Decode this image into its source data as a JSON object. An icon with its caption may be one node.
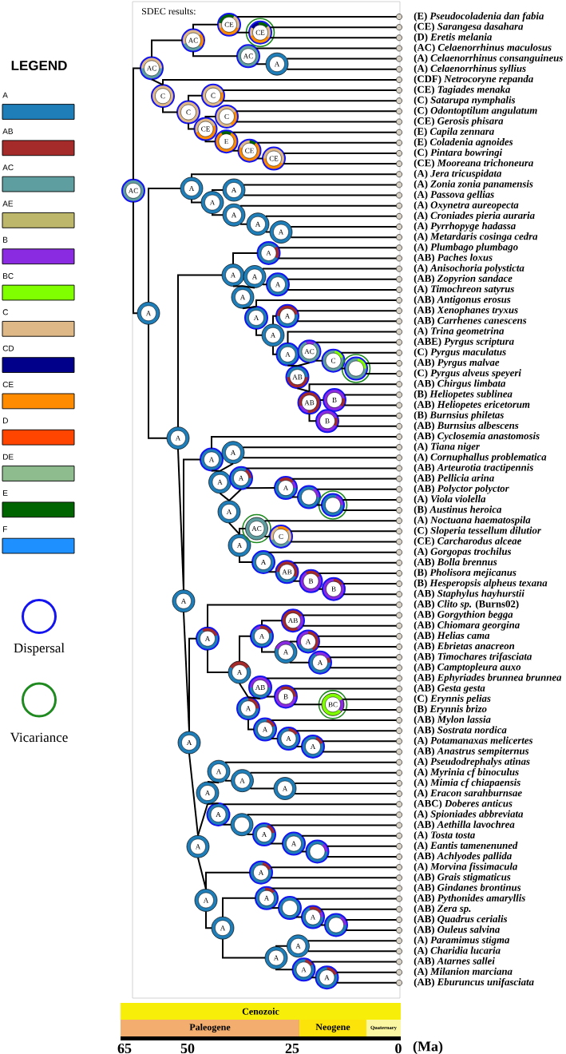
{
  "diagram": {
    "nodes": [
      {
        "text": [],
        "shape": "circle",
        "beside": [
          "(E) *Pseudocoladenia dan fabia*"
        ]
      },
      {
        "text": [],
        "shape": "circle",
        "beside": [
          "(CE) *Sarangesa dasahara*"
        ]
      },
      {
        "text": [],
        "shape": "circle",
        "beside": [
          "(D) *Eretis melania*"
        ]
      },
      {
        "text": [],
        "shape": "circle",
        "beside": [
          "(AC) *Celaenorrhinus maculosus*"
        ]
      },
      {
        "text": [],
        "shape": "circle",
        "beside": [
          "(A) *Celaenorrhinus consanguineus*"
        ]
      },
      {
        "text": [],
        "shape": "circle",
        "beside": [
          "(A) *Celaenorrhinus syllius*"
        ]
      },
      {
        "text": [],
        "shape": "circle",
        "beside": [
          "(CDF) *Netrocoryne repanda*"
        ]
      },
      {
        "text": [],
        "shape": "circle",
        "beside": [
          "(CE) *Tagiades menaka*"
        ]
      },
      {
        "text": [],
        "shape": "circle",
        "beside": [
          "(C) *Satarupa nymphalis*"
        ]
      },
      {
        "text": [],
        "shape": "circle",
        "beside": [
          "(C) *Odontoptilum angulatum*"
        ]
      },
      {
        "text": [],
        "shape": "circle",
        "beside": [
          "(CE) *Gerosis phisara*"
        ]
      },
      {
        "text": [],
        "shape": "circle",
        "beside": [
          "(E) *Capila zennara*"
        ]
      },
      {
        "text": [],
        "shape": "circle",
        "beside": [
          "(E) *Coladenia agnoides*"
        ]
      },
      {
        "text": [],
        "shape": "circle",
        "beside": [
          "(C) *Pintara bowringi*"
        ]
      },
      {
        "text": [],
        "shape": "circle",
        "beside": [
          "(CE) *Mooreana trichoneura*"
        ]
      },
      {
        "text": [],
        "shape": "circle",
        "beside": [
          "(A) *Jera tricuspidata*"
        ]
      },
      {
        "text": [],
        "shape": "circle",
        "beside": [
          "(A) *Zonia zonia panamensis*"
        ]
      },
      {
        "text": [],
        "shape": "circle",
        "beside": [
          "(A) *Passova gellias*"
        ]
      },
      {
        "text": [],
        "shape": "circle",
        "beside": [
          "(A) *Oxynetra aureopecta*"
        ]
      },
      {
        "text": [],
        "shape": "circle",
        "beside": [
          "(A) *Croniades pieria auraria*"
        ]
      },
      {
        "text": [],
        "shape": "circle",
        "beside": [
          "(A) *Pyrrhopyge hadassa*"
        ]
      },
      {
        "text": [],
        "shape": "circle",
        "beside": [
          "(A) *Metardaris cosinga cedra*"
        ]
      },
      {
        "text": [],
        "shape": "circle",
        "beside": [
          "(A) *Plumbago plumbago*"
        ]
      },
      {
        "text": [],
        "shape": "circle",
        "beside": [
          "(AB) *Paches loxus*"
        ]
      },
      {
        "text": [],
        "shape": "circle",
        "beside": [
          "(A) *Anisochoria polysticta*"
        ]
      },
      {
        "text": [],
        "shape": "circle",
        "beside": [
          "(AB) *Zopyrion sandace*"
        ]
      },
      {
        "text": [],
        "shape": "circle",
        "beside": [
          "(A) *Timochreon satyrus*"
        ]
      },
      {
        "text": [],
        "shape": "circle",
        "beside": [
          "(AB) *Antigonus erosus*"
        ]
      },
      {
        "text": [],
        "shape": "circle",
        "beside": [
          "(AB) *Xenophanes tryxus*"
        ]
      },
      {
        "text": [],
        "shape": "circle",
        "beside": [
          "(AB) *Carrhenes canescens*"
        ]
      },
      {
        "text": [],
        "shape": "circle",
        "beside": [
          "(A) *Trina geometrina*"
        ]
      },
      {
        "text": [],
        "shape": "circle",
        "beside": [
          "(ABE) *Pyrgus scriptura*"
        ]
      },
      {
        "text": [],
        "shape": "circle",
        "beside": [
          "(C) *Pyrgus maculatus*"
        ]
      },
      {
        "text": [],
        "shape": "circle",
        "beside": [
          "(AB) *Pyrgus malvae*"
        ]
      },
      {
        "text": [],
        "shape": "circle",
        "beside": [
          "(C) *Pyrgus alveus speyeri*"
        ]
      },
      {
        "text": [],
        "shape": "circle",
        "beside": [
          "(AB) *Chirgus limbata*"
        ]
      },
      {
        "text": [],
        "shape": "circle",
        "beside": [
          "(B) *Heliopetes sublinea*"
        ]
      },
      {
        "text": [],
        "shape": "circle",
        "beside": [
          "(AB) *Heliopetes ericetorum*"
        ]
      },
      {
        "text": [],
        "shape": "circle",
        "beside": [
          "(B) *Burnsius philetas*"
        ]
      },
      {
        "text": [],
        "shape": "circle",
        "beside": [
          "(AB) *Burnsius albescens*"
        ]
      },
      {
        "text": [],
        "shape": "circle",
        "beside": [
          "(AB) *Cyclosemia anastomosis*"
        ]
      },
      {
        "text": [],
        "shape": "circle",
        "beside": [
          "(A) *Tiana niger*"
        ]
      },
      {
        "text": [],
        "shape": "circle",
        "beside": [
          "(A) *Cornuphallus problematica*"
        ]
      },
      {
        "text": [],
        "shape": "circle",
        "beside": [
          "(AB) *Arteurotia tractipennis*"
        ]
      },
      {
        "text": [],
        "shape": "circle",
        "beside": [
          "(AB) *Pellicia arina*"
        ]
      },
      {
        "text": [],
        "shape": "circle",
        "beside": [
          "(AB) *Polyctor polyctor*"
        ]
      },
      {
        "text": [],
        "shape": "circle",
        "beside": [
          "(A) *Viola violella*"
        ]
      },
      {
        "text": [],
        "shape": "circle",
        "beside": [
          "(B) *Austinus heroica*"
        ]
      },
      {
        "text": [],
        "shape": "circle",
        "beside": [
          "(A) *Noctuana haematospila*"
        ]
      },
      {
        "text": [],
        "shape": "circle",
        "beside": [
          "(C) *Sloperia tessellum dilutior*"
        ]
      },
      {
        "text": [],
        "shape": "circle",
        "beside": [
          "(CE) *Carcharodus alceae*"
        ]
      },
      {
        "text": [],
        "shape": "circle",
        "beside": [
          "(A) *Gorgopas trochilus*"
        ]
      },
      {
        "text": [],
        "shape": "circle",
        "beside": [
          "(AB) *Bolla brennus*"
        ]
      },
      {
        "text": [],
        "shape": "circle",
        "beside": [
          "(B) *Pholisora mejicanus*"
        ]
      },
      {
        "text": [],
        "shape": "circle",
        "beside": [
          "(B) *Hesperopsis alpheus texana*"
        ]
      },
      {
        "text": [],
        "shape": "circle",
        "beside": [
          "(AB) *Staphylus hayhurstii*"
        ]
      },
      {
        "text": [],
        "shape": "circle",
        "beside": [
          "(AB) *Clito sp.* (Burns02)"
        ]
      },
      {
        "text": [],
        "shape": "circle",
        "beside": [
          "(AB) *Gorgythion begga*"
        ]
      },
      {
        "text": [],
        "shape": "circle",
        "beside": [
          "(AB) *Chiomara georgina*"
        ]
      },
      {
        "text": [],
        "shape": "circle",
        "beside": [
          "(AB) *Helias cama*"
        ]
      },
      {
        "text": [],
        "shape": "circle",
        "beside": [
          "(AB) *Ebrietas anacreon*"
        ]
      },
      {
        "text": [],
        "shape": "circle",
        "beside": [
          "(AB) *Timochares trifasciata*"
        ]
      },
      {
        "text": [],
        "shape": "circle",
        "beside": [
          "(AB) *Camptopleura auxo*"
        ]
      },
      {
        "text": [],
        "shape": "circle",
        "beside": [
          "(AB) *Ephyriades brunnea brunnea*"
        ]
      },
      {
        "text": [],
        "shape": "circle",
        "beside": [
          "(AB) *Gesta gesta*"
        ]
      },
      {
        "text": [],
        "shape": "circle",
        "beside": [
          "(C) *Erynnis pelias*"
        ]
      },
      {
        "text": [],
        "shape": "circle",
        "beside": [
          "(B) *Erynnis brizo*"
        ]
      },
      {
        "text": [],
        "shape": "circle",
        "beside": [
          "(AB) *Mylon lassia*"
        ]
      },
      {
        "text": [],
        "shape": "circle",
        "beside": [
          "(AB) *Sostrata nordica*"
        ]
      },
      {
        "text": [],
        "shape": "circle",
        "beside": [
          "(A) *Potamanaxas melicertes*"
        ]
      },
      {
        "text": [],
        "shape": "circle",
        "beside": [
          "(AB) *Anastrus sempiternus*"
        ]
      },
      {
        "text": [],
        "shape": "circle",
        "beside": [
          "(A) *Pseudodrephalys atinas*"
        ]
      },
      {
        "text": [],
        "shape": "circle",
        "beside": [
          "(A) *Myrinia cf binoculus*"
        ]
      },
      {
        "text": [],
        "shape": "circle",
        "beside": [
          "(A) *Mimia cf chiapaensis*"
        ]
      },
      {
        "text": [],
        "shape": "circle",
        "beside": [
          "(A) *Eracon sarahburnsae*"
        ]
      },
      {
        "text": [],
        "shape": "circle",
        "beside": [
          "(ABC) *Doberes anticus*"
        ]
      },
      {
        "text": [],
        "shape": "circle",
        "beside": [
          "(A) *Spioniades abbreviata*"
        ]
      },
      {
        "text": [],
        "shape": "circle",
        "beside": [
          "(AB) *Aethilla lavochrea*"
        ]
      },
      {
        "text": [],
        "shape": "circle",
        "beside": [
          "(A) *Tosta tosta*"
        ]
      },
      {
        "text": [],
        "shape": "circle",
        "beside": [
          "(A) *Eantis tamenenuned*"
        ]
      },
      {
        "text": [],
        "shape": "circle",
        "beside": [
          "(AB) *Achlyodes pallida*"
        ]
      },
      {
        "text": [],
        "shape": "circle",
        "beside": [
          "(A) *Morvina fissimacula*"
        ]
      },
      {
        "text": [],
        "shape": "circle",
        "beside": [
          "(AB) *Grais stigmaticus*"
        ]
      },
      {
        "text": [],
        "shape": "circle",
        "beside": [
          "(AB) *Gindanes brontinus*"
        ]
      },
      {
        "text": [],
        "shape": "circle",
        "beside": [
          "(AB) *Pythonides amaryllis*"
        ]
      },
      {
        "text": [],
        "shape": "circle",
        "beside": [
          "(AB) *Zera sp.*"
        ]
      },
      {
        "text": [],
        "shape": "circle",
        "beside": [
          "(AB) *Quadrus cerialis*"
        ]
      },
      {
        "text": [],
        "shape": "circle",
        "beside": [
          "(AB) *Ouleus salvina*"
        ]
      },
      {
        "text": [],
        "shape": "circle",
        "beside": [
          "(A) *Paramimus stigma*"
        ]
      },
      {
        "text": [],
        "shape": "circle",
        "beside": [
          "(A) *Charidia lucaria*"
        ]
      },
      {
        "text": [],
        "shape": "circle",
        "beside": [
          "(AB) *Atarnes sallei*"
        ]
      },
      {
        "text": [],
        "shape": "circle",
        "beside": [
          "(A) *Milanion marciana*"
        ]
      },
      {
        "text": [],
        "shape": "circle",
        "beside": [
          "(AB) *Eburuncus unifasciata*"
        ]
      },
      {
        "text": [
          "AC"
        ]
      },
      {
        "text": [
          "AC"
        ]
      },
      {
        "text": [
          "AC"
        ]
      },
      {
        "text": [
          "CE"
        ]
      },
      {
        "text": [
          "CE"
        ]
      },
      {
        "text": [
          "AC"
        ]
      },
      {
        "text": [
          "A"
        ]
      },
      {
        "text": [
          "C"
        ]
      },
      {
        "text": [
          "C"
        ]
      },
      {
        "text": [
          "C"
        ]
      },
      {
        "text": [
          "CE"
        ]
      },
      {
        "text": [
          "C"
        ]
      },
      {
        "text": [
          "E"
        ]
      },
      {
        "text": [
          "CE"
        ]
      },
      {
        "text": [
          "CE"
        ]
      },
      {
        "text": [
          "A"
        ]
      },
      {
        "text": [
          "A"
        ]
      },
      {
        "text": [
          "A"
        ]
      },
      {
        "text": [
          "A"
        ]
      },
      {
        "text": [
          "A"
        ]
      },
      {
        "text": [
          "A"
        ]
      },
      {
        "text": [
          "A"
        ]
      },
      {
        "text": [
          "A"
        ]
      },
      {
        "text": [
          "A"
        ]
      },
      {
        "text": [
          "A"
        ]
      },
      {
        "text": [
          "A"
        ]
      },
      {
        "text": [
          "A"
        ]
      },
      {
        "text": [
          "A"
        ]
      },
      {
        "text": [
          "A"
        ]
      },
      {
        "text": [
          "A"
        ]
      },
      {
        "text": [
          "A"
        ]
      },
      {
        "text": [
          "A"
        ]
      },
      {
        "text": [
          "AB"
        ]
      },
      {
        "text": [
          "AC"
        ]
      },
      {
        "text": [
          "C"
        ]
      },
      {
        "text": [],
        "shape": "circle"
      },
      {
        "text": [
          "AB"
        ]
      },
      {
        "text": [
          "B"
        ]
      },
      {
        "text": [
          "B"
        ]
      },
      {
        "text": [
          "A"
        ]
      },
      {
        "text": [
          "A"
        ]
      },
      {
        "text": [
          "A"
        ]
      },
      {
        "text": [
          "A"
        ]
      },
      {
        "text": [
          "A"
        ]
      },
      {
        "text": [
          "A"
        ]
      },
      {
        "text": [
          "A"
        ]
      },
      {
        "text": [],
        "shape": "circle"
      },
      {
        "text": [],
        "shape": "circle"
      },
      {
        "text": [
          "A"
        ]
      },
      {
        "text": [
          "AC"
        ]
      },
      {
        "text": [
          "C"
        ]
      },
      {
        "text": [
          "A"
        ]
      },
      {
        "text": [
          "AB"
        ]
      },
      {
        "text": [
          "B"
        ]
      },
      {
        "text": [
          "B"
        ]
      },
      {
        "text": [
          "A"
        ]
      },
      {
        "text": [
          "A"
        ]
      },
      {
        "text": [
          "A"
        ]
      },
      {
        "text": [
          "A"
        ]
      },
      {
        "text": [
          "AB"
        ]
      },
      {
        "text": [
          "A"
        ]
      },
      {
        "text": [
          "A"
        ]
      },
      {
        "text": [
          "A"
        ]
      },
      {
        "text": [
          "A"
        ]
      },
      {
        "text": [
          "AB"
        ]
      },
      {
        "text": [
          "B"
        ]
      },
      {
        "text": [
          "BC"
        ]
      },
      {
        "text": [
          "A"
        ]
      },
      {
        "text": [
          "A"
        ]
      },
      {
        "text": [
          "A"
        ]
      },
      {
        "text": [
          "A"
        ]
      },
      {
        "text": [
          "A"
        ]
      },
      {
        "text": [
          "A"
        ]
      },
      {
        "text": [
          "A"
        ]
      },
      {
        "text": [
          "A"
        ]
      },
      {
        "text": [
          "A"
        ]
      },
      {
        "text": [],
        "shape": "circle"
      },
      {
        "text": [
          "A"
        ]
      },
      {
        "text": [
          "A"
        ]
      },
      {
        "text": [],
        "shape": "circle"
      },
      {
        "text": [
          "A"
        ]
      },
      {
        "text": [
          "A"
        ]
      },
      {
        "text": [
          "A"
        ]
      },
      {
        "text": [
          "A"
        ]
      },
      {
        "text": [],
        "shape": "circle"
      },
      {
        "text": [
          "A"
        ]
      },
      {
        "text": [],
        "shape": "circle"
      },
      {
        "text": [
          "A"
        ]
      },
      {
        "text": [
          "A"
        ]
      },
      {
        "text": [
          "A"
        ]
      },
      {
        "text": [
          "A"
        ]
      },
      {
        "text": [
          "Cenozoic"
        ]
      },
      {
        "text": [
          "Paleogene"
        ]
      },
      {
        "text": [
          "Neogene"
        ]
      },
      {
        "text": [
          "Quaternary"
        ]
      }
    ],
    "edges": [
      {
        "from": 93,
        "to": 94,
        "arrow": "none"
      },
      {
        "from": 93,
        "to": 108,
        "arrow": "none"
      },
      {
        "from": 94,
        "to": 95,
        "arrow": "none"
      },
      {
        "from": 94,
        "to": 100,
        "arrow": "none"
      },
      {
        "from": 95,
        "to": 96,
        "arrow": "none"
      },
      {
        "from": 95,
        "to": 98,
        "arrow": "none"
      },
      {
        "from": 96,
        "to": 0,
        "arrow": "none"
      },
      {
        "from": 96,
        "to": 97,
        "arrow": "none"
      },
      {
        "from": 97,
        "to": 1,
        "arrow": "none"
      },
      {
        "from": 97,
        "to": 2,
        "arrow": "none"
      },
      {
        "from": 98,
        "to": 3,
        "arrow": "none"
      },
      {
        "from": 98,
        "to": 99,
        "arrow": "none"
      },
      {
        "from": 99,
        "to": 4,
        "arrow": "none"
      },
      {
        "from": 99,
        "to": 5,
        "arrow": "none"
      },
      {
        "from": 100,
        "to": 6,
        "arrow": "none"
      },
      {
        "from": 100,
        "to": 101,
        "arrow": "none"
      },
      {
        "from": 101,
        "to": 102,
        "arrow": "none"
      },
      {
        "from": 101,
        "to": 103,
        "arrow": "none"
      },
      {
        "from": 102,
        "to": 7,
        "arrow": "none"
      },
      {
        "from": 102,
        "to": 8,
        "arrow": "none"
      },
      {
        "from": 103,
        "to": 104,
        "arrow": "none"
      },
      {
        "from": 103,
        "to": 105,
        "arrow": "none"
      },
      {
        "from": 104,
        "to": 9,
        "arrow": "none"
      },
      {
        "from": 104,
        "to": 10,
        "arrow": "none"
      },
      {
        "from": 105,
        "to": 11,
        "arrow": "none"
      },
      {
        "from": 105,
        "to": 106,
        "arrow": "none"
      },
      {
        "from": 106,
        "to": 12,
        "arrow": "none"
      },
      {
        "from": 106,
        "to": 107,
        "arrow": "none"
      },
      {
        "from": 107,
        "to": 13,
        "arrow": "none"
      },
      {
        "from": 107,
        "to": 14,
        "arrow": "none"
      },
      {
        "from": 108,
        "to": 109,
        "arrow": "none"
      },
      {
        "from": 108,
        "to": 115,
        "arrow": "none"
      },
      {
        "from": 109,
        "to": 15,
        "arrow": "none"
      },
      {
        "from": 109,
        "to": 110,
        "arrow": "none"
      },
      {
        "from": 110,
        "to": 111,
        "arrow": "none"
      },
      {
        "from": 110,
        "to": 112,
        "arrow": "none"
      },
      {
        "from": 111,
        "to": 16,
        "arrow": "none"
      },
      {
        "from": 111,
        "to": 17,
        "arrow": "none"
      },
      {
        "from": 112,
        "to": 18,
        "arrow": "none"
      },
      {
        "from": 112,
        "to": 113,
        "arrow": "none"
      },
      {
        "from": 113,
        "to": 19,
        "arrow": "none"
      },
      {
        "from": 113,
        "to": 114,
        "arrow": "none"
      },
      {
        "from": 114,
        "to": 20,
        "arrow": "none"
      },
      {
        "from": 114,
        "to": 21,
        "arrow": "none"
      },
      {
        "from": 115,
        "to": 116,
        "arrow": "none"
      },
      {
        "from": 115,
        "to": 132,
        "arrow": "none"
      },
      {
        "from": 116,
        "to": 117,
        "arrow": "none"
      },
      {
        "from": 116,
        "to": 118,
        "arrow": "none"
      },
      {
        "from": 117,
        "to": 22,
        "arrow": "none"
      },
      {
        "from": 117,
        "to": 23,
        "arrow": "none"
      },
      {
        "from": 118,
        "to": 119,
        "arrow": "none"
      },
      {
        "from": 118,
        "to": 121,
        "arrow": "none"
      },
      {
        "from": 119,
        "to": 24,
        "arrow": "none"
      },
      {
        "from": 119,
        "to": 120,
        "arrow": "none"
      },
      {
        "from": 120,
        "to": 25,
        "arrow": "none"
      },
      {
        "from": 120,
        "to": 26,
        "arrow": "none"
      },
      {
        "from": 121,
        "to": 27,
        "arrow": "none"
      },
      {
        "from": 121,
        "to": 122,
        "arrow": "none"
      },
      {
        "from": 122,
        "to": 123,
        "arrow": "none"
      },
      {
        "from": 122,
        "to": 124,
        "arrow": "none"
      },
      {
        "from": 123,
        "to": 28,
        "arrow": "none"
      },
      {
        "from": 123,
        "to": 29,
        "arrow": "none"
      },
      {
        "from": 124,
        "to": 30,
        "arrow": "none"
      },
      {
        "from": 124,
        "to": 125,
        "arrow": "none"
      },
      {
        "from": 125,
        "to": 126,
        "arrow": "none"
      },
      {
        "from": 125,
        "to": 129,
        "arrow": "none"
      },
      {
        "from": 126,
        "to": 31,
        "arrow": "none"
      },
      {
        "from": 126,
        "to": 127,
        "arrow": "none"
      },
      {
        "from": 127,
        "to": 32,
        "arrow": "none"
      },
      {
        "from": 127,
        "to": 128,
        "arrow": "none"
      },
      {
        "from": 128,
        "to": 33,
        "arrow": "none"
      },
      {
        "from": 128,
        "to": 34,
        "arrow": "none"
      },
      {
        "from": 129,
        "to": 35,
        "arrow": "none"
      },
      {
        "from": 129,
        "to": 130,
        "arrow": "none"
      },
      {
        "from": 129,
        "to": 131,
        "arrow": "none"
      },
      {
        "from": 130,
        "to": 36,
        "arrow": "none"
      },
      {
        "from": 130,
        "to": 37,
        "arrow": "none"
      },
      {
        "from": 131,
        "to": 38,
        "arrow": "none"
      },
      {
        "from": 131,
        "to": 39,
        "arrow": "none"
      },
      {
        "from": 132,
        "to": 133,
        "arrow": "none"
      },
      {
        "from": 132,
        "to": 148,
        "arrow": "none"
      },
      {
        "from": 133,
        "to": 40,
        "arrow": "none"
      },
      {
        "from": 133,
        "to": 134,
        "arrow": "none"
      },
      {
        "from": 134,
        "to": 135,
        "arrow": "none"
      },
      {
        "from": 134,
        "to": 136,
        "arrow": "none"
      },
      {
        "from": 135,
        "to": 41,
        "arrow": "none"
      },
      {
        "from": 135,
        "to": 42,
        "arrow": "none"
      },
      {
        "from": 136,
        "to": 137,
        "arrow": "none"
      },
      {
        "from": 136,
        "to": 141,
        "arrow": "none"
      },
      {
        "from": 137,
        "to": 43,
        "arrow": "none"
      },
      {
        "from": 137,
        "to": 138,
        "arrow": "none"
      },
      {
        "from": 138,
        "to": 44,
        "arrow": "none"
      },
      {
        "from": 138,
        "to": 139,
        "arrow": "none"
      },
      {
        "from": 139,
        "to": 45,
        "arrow": "none"
      },
      {
        "from": 139,
        "to": 140,
        "arrow": "none"
      },
      {
        "from": 140,
        "to": 46,
        "arrow": "none"
      },
      {
        "from": 140,
        "to": 47,
        "arrow": "none"
      },
      {
        "from": 141,
        "to": 142,
        "arrow": "none"
      },
      {
        "from": 141,
        "to": 144,
        "arrow": "none"
      },
      {
        "from": 142,
        "to": 48,
        "arrow": "none"
      },
      {
        "from": 142,
        "to": 143,
        "arrow": "none"
      },
      {
        "from": 143,
        "to": 49,
        "arrow": "none"
      },
      {
        "from": 143,
        "to": 50,
        "arrow": "none"
      },
      {
        "from": 144,
        "to": 51,
        "arrow": "none"
      },
      {
        "from": 144,
        "to": 145,
        "arrow": "none"
      },
      {
        "from": 145,
        "to": 52,
        "arrow": "none"
      },
      {
        "from": 145,
        "to": 146,
        "arrow": "none"
      },
      {
        "from": 146,
        "to": 53,
        "arrow": "none"
      },
      {
        "from": 146,
        "to": 147,
        "arrow": "none"
      },
      {
        "from": 147,
        "to": 54,
        "arrow": "none"
      },
      {
        "from": 147,
        "to": 55,
        "arrow": "none"
      },
      {
        "from": 148,
        "to": 149,
        "arrow": "none"
      },
      {
        "from": 148,
        "to": 163,
        "arrow": "none"
      },
      {
        "from": 149,
        "to": 56,
        "arrow": "none"
      },
      {
        "from": 149,
        "to": 150,
        "arrow": "none"
      },
      {
        "from": 150,
        "to": 151,
        "arrow": "none"
      },
      {
        "from": 150,
        "to": 156,
        "arrow": "none"
      },
      {
        "from": 151,
        "to": 152,
        "arrow": "none"
      },
      {
        "from": 151,
        "to": 153,
        "arrow": "none"
      },
      {
        "from": 152,
        "to": 57,
        "arrow": "none"
      },
      {
        "from": 152,
        "to": 58,
        "arrow": "none"
      },
      {
        "from": 153,
        "to": 154,
        "arrow": "none"
      },
      {
        "from": 153,
        "to": 155,
        "arrow": "none"
      },
      {
        "from": 154,
        "to": 59,
        "arrow": "none"
      },
      {
        "from": 154,
        "to": 60,
        "arrow": "none"
      },
      {
        "from": 155,
        "to": 61,
        "arrow": "none"
      },
      {
        "from": 155,
        "to": 62,
        "arrow": "none"
      },
      {
        "from": 156,
        "to": 157,
        "arrow": "none"
      },
      {
        "from": 156,
        "to": 160,
        "arrow": "none"
      },
      {
        "from": 157,
        "to": 63,
        "arrow": "none"
      },
      {
        "from": 157,
        "to": 158,
        "arrow": "none"
      },
      {
        "from": 158,
        "to": 64,
        "arrow": "none"
      },
      {
        "from": 158,
        "to": 159,
        "arrow": "none"
      },
      {
        "from": 159,
        "to": 65,
        "arrow": "none"
      },
      {
        "from": 159,
        "to": 66,
        "arrow": "none"
      },
      {
        "from": 160,
        "to": 67,
        "arrow": "none"
      },
      {
        "from": 160,
        "to": 161,
        "arrow": "none"
      },
      {
        "from": 161,
        "to": 68,
        "arrow": "none"
      },
      {
        "from": 161,
        "to": 162,
        "arrow": "none"
      },
      {
        "from": 162,
        "to": 69,
        "arrow": "none"
      },
      {
        "from": 162,
        "to": 70,
        "arrow": "none"
      },
      {
        "from": 163,
        "to": 164,
        "arrow": "none"
      },
      {
        "from": 163,
        "to": 173,
        "arrow": "none"
      },
      {
        "from": 164,
        "to": 165,
        "arrow": "none"
      },
      {
        "from": 164,
        "to": 168,
        "arrow": "none"
      },
      {
        "from": 165,
        "to": 71,
        "arrow": "none"
      },
      {
        "from": 165,
        "to": 166,
        "arrow": "none"
      },
      {
        "from": 166,
        "to": 72,
        "arrow": "none"
      },
      {
        "from": 166,
        "to": 167,
        "arrow": "none"
      },
      {
        "from": 167,
        "to": 73,
        "arrow": "none"
      },
      {
        "from": 167,
        "to": 74,
        "arrow": "none"
      },
      {
        "from": 168,
        "to": 75,
        "arrow": "none"
      },
      {
        "from": 168,
        "to": 169,
        "arrow": "none"
      },
      {
        "from": 169,
        "to": 76,
        "arrow": "none"
      },
      {
        "from": 169,
        "to": 170,
        "arrow": "none"
      },
      {
        "from": 170,
        "to": 77,
        "arrow": "none"
      },
      {
        "from": 170,
        "to": 171,
        "arrow": "none"
      },
      {
        "from": 171,
        "to": 78,
        "arrow": "none"
      },
      {
        "from": 171,
        "to": 172,
        "arrow": "none"
      },
      {
        "from": 172,
        "to": 79,
        "arrow": "none"
      },
      {
        "from": 172,
        "to": 80,
        "arrow": "none"
      },
      {
        "from": 173,
        "to": 174,
        "arrow": "none"
      },
      {
        "from": 173,
        "to": 175,
        "arrow": "none"
      },
      {
        "from": 174,
        "to": 81,
        "arrow": "none"
      },
      {
        "from": 174,
        "to": 82,
        "arrow": "none"
      },
      {
        "from": 175,
        "to": 176,
        "arrow": "none"
      },
      {
        "from": 175,
        "to": 180,
        "arrow": "none"
      },
      {
        "from": 176,
        "to": 83,
        "arrow": "none"
      },
      {
        "from": 176,
        "to": 177,
        "arrow": "none"
      },
      {
        "from": 177,
        "to": 84,
        "arrow": "none"
      },
      {
        "from": 177,
        "to": 178,
        "arrow": "none"
      },
      {
        "from": 178,
        "to": 85,
        "arrow": "none"
      },
      {
        "from": 178,
        "to": 179,
        "arrow": "none"
      },
      {
        "from": 179,
        "to": 86,
        "arrow": "none"
      },
      {
        "from": 179,
        "to": 87,
        "arrow": "none"
      },
      {
        "from": 180,
        "to": 181,
        "arrow": "none"
      },
      {
        "from": 180,
        "to": 182,
        "arrow": "none"
      },
      {
        "from": 181,
        "to": 88,
        "arrow": "none"
      },
      {
        "from": 181,
        "to": 89,
        "arrow": "none"
      },
      {
        "from": 182,
        "to": 90,
        "arrow": "none"
      },
      {
        "from": 182,
        "to": 183,
        "arrow": "none"
      },
      {
        "from": 183,
        "to": 91,
        "arrow": "none"
      },
      {
        "from": 183,
        "to": 92,
        "arrow": "none"
      }
    ],
    "labels": [
      "SDEC results:",
      "LEGEND",
      "65",
      "50",
      "25",
      "0",
      "(Ma)"
    ],
    "legend": [
      {
        "text": "A",
        "color": "#1f7eb8"
      },
      {
        "text": "AB",
        "color": "#a52a2a"
      },
      {
        "text": "AC",
        "color": "#5f9ea0"
      },
      {
        "text": "AE",
        "color": "#bdb76b"
      },
      {
        "text": "B",
        "color": "#8a2be2"
      },
      {
        "text": "BC",
        "color": "#7fff00"
      },
      {
        "text": "C",
        "color": "#deb887"
      },
      {
        "text": "CD",
        "color": "#00008b"
      },
      {
        "text": "CE",
        "color": "#ff8c00"
      },
      {
        "text": "D",
        "color": "#ff4500"
      },
      {
        "text": "DE",
        "color": "#8fbc8f"
      },
      {
        "text": "E",
        "color": "#006400"
      },
      {
        "text": "F",
        "color": "#1e90ff"
      },
      {
        "text": "Dispersal"
      },
      {
        "text": "Vicariance"
      }
    ]
  }
}
